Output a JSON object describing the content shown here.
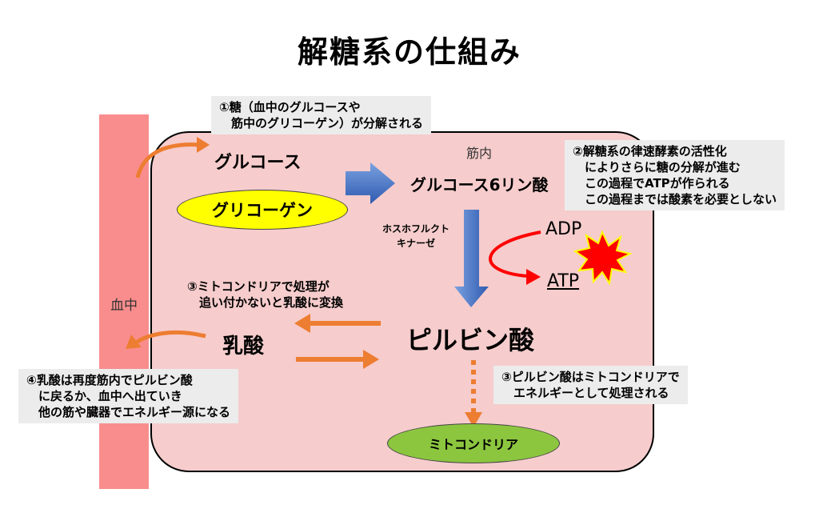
{
  "title": "解糖系の仕組み",
  "regions": {
    "blood_label": "血中",
    "muscle_label": "筋内"
  },
  "nodes": {
    "glucose": "グルコース",
    "glycogen": "グリコーゲン",
    "g6p": "グルコース6リン酸",
    "pfk": "ホスホフルクト\nキナーゼ",
    "adp": "ADP",
    "atp": "ATP",
    "pyruvate": "ピルビン酸",
    "lactate": "乳酸",
    "mitochondria": "ミトコンドリア"
  },
  "notes": {
    "note1": "①糖（血中のグルコースや\n　筋中のグリコーゲン）が分解される",
    "note2": "②解糖系の律速酵素の活性化\n　によりさらに糖の分解が進む\n　この過程でATPが作られる\n　この過程までは酸素を必要としない",
    "note3a": "③ミトコンドリアで処理が\n　追い付かないと乳酸に変換",
    "note3b": "③ピルビン酸はミトコンドリアで\n　エネルギーとして処理される",
    "note4": "④乳酸は再度筋内でピルビン酸\n　に戻るか、血中へ出ていき\n　他の筋や臓器でエネルギー源になる"
  },
  "colors": {
    "blood": "#f98d8d",
    "muscle": "#f6cccc",
    "glycogen_fill": "#ffff00",
    "mito_fill": "#8cc63f",
    "orange_arrow": "#ed7d31",
    "blue_arrow": "#4472c4",
    "red_arrow": "#ff0000",
    "burst": "#ff0000"
  }
}
